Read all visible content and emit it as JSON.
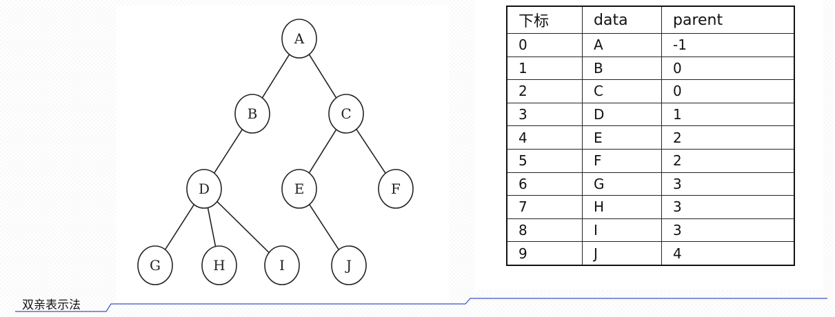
{
  "tree": {
    "nodes": [
      {
        "id": "A",
        "label": "A"
      },
      {
        "id": "B",
        "label": "B"
      },
      {
        "id": "C",
        "label": "C"
      },
      {
        "id": "D",
        "label": "D"
      },
      {
        "id": "E",
        "label": "E"
      },
      {
        "id": "F",
        "label": "F"
      },
      {
        "id": "G",
        "label": "G"
      },
      {
        "id": "H",
        "label": "H"
      },
      {
        "id": "I",
        "label": "I"
      },
      {
        "id": "J",
        "label": "J"
      }
    ],
    "edges": [
      [
        "A",
        "B"
      ],
      [
        "A",
        "C"
      ],
      [
        "B",
        "D"
      ],
      [
        "C",
        "E"
      ],
      [
        "C",
        "F"
      ],
      [
        "D",
        "G"
      ],
      [
        "D",
        "H"
      ],
      [
        "D",
        "I"
      ],
      [
        "E",
        "J"
      ]
    ]
  },
  "table": {
    "headers": {
      "index": "下标",
      "data": "data",
      "parent": "parent"
    },
    "rows": [
      {
        "index": "0",
        "data": "A",
        "parent": "-1"
      },
      {
        "index": "1",
        "data": "B",
        "parent": "0"
      },
      {
        "index": "2",
        "data": "C",
        "parent": "0"
      },
      {
        "index": "3",
        "data": "D",
        "parent": "1"
      },
      {
        "index": "4",
        "data": "E",
        "parent": "2"
      },
      {
        "index": "5",
        "data": "F",
        "parent": "2"
      },
      {
        "index": "6",
        "data": "G",
        "parent": "3"
      },
      {
        "index": "7",
        "data": "H",
        "parent": "3"
      },
      {
        "index": "8",
        "data": "I",
        "parent": "3"
      },
      {
        "index": "9",
        "data": "J",
        "parent": "4"
      }
    ]
  },
  "caption": "双亲表示法",
  "colors": {
    "underline": "#3a4fc8",
    "stroke": "#222222"
  }
}
